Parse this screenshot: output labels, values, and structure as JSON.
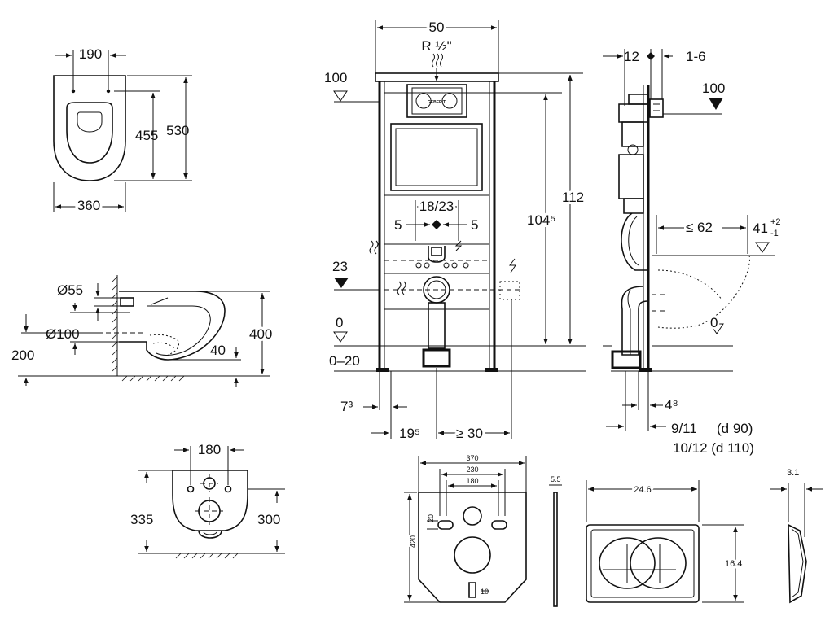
{
  "bowl_top": {
    "width": "190",
    "depth_inner": "455",
    "depth_total": "530",
    "width_total": "360"
  },
  "bowl_side": {
    "inlet_d": "Ø55",
    "outlet_d": "Ø100",
    "outlet_height": "200",
    "bottom_offset": "40",
    "height": "400"
  },
  "bowl_back": {
    "bolt_spacing": "180",
    "height_left": "335",
    "height_right": "300"
  },
  "frame_front": {
    "width": "50",
    "inlet": "R ½\"",
    "level_100": "100",
    "level_23": "23",
    "level_0": "0",
    "range_0_20": "0–20",
    "bolt_spacing": "18/23",
    "offset_left": "5",
    "offset_right": "5",
    "height_1045": "104⁵",
    "height_112": "112",
    "foot_73": "7³",
    "foot_195": "19⁵",
    "min_30": "≥ 30",
    "brand": "GEBERIT"
  },
  "frame_side": {
    "depth_12": "12",
    "adjust_1_6": "1-6",
    "level_100": "100",
    "projection": "≤ 62",
    "height_41_main": "41",
    "height_41_tol_up": "+2",
    "height_41_tol_down": "-1",
    "level_0": "0",
    "offset_48": "4⁸",
    "pipe_9_11": "9/11",
    "pipe_d90": "(d 90)",
    "pipe_10_12": "10/12 (d 110)"
  },
  "mat": {
    "width": "370",
    "holes_outer": "230",
    "holes_inner": "180",
    "slot": "20",
    "height": "420",
    "bottom_slot": "10",
    "thickness": "5.5"
  },
  "plate": {
    "width": "24.6",
    "height": "16.4",
    "thickness": "3.1"
  }
}
